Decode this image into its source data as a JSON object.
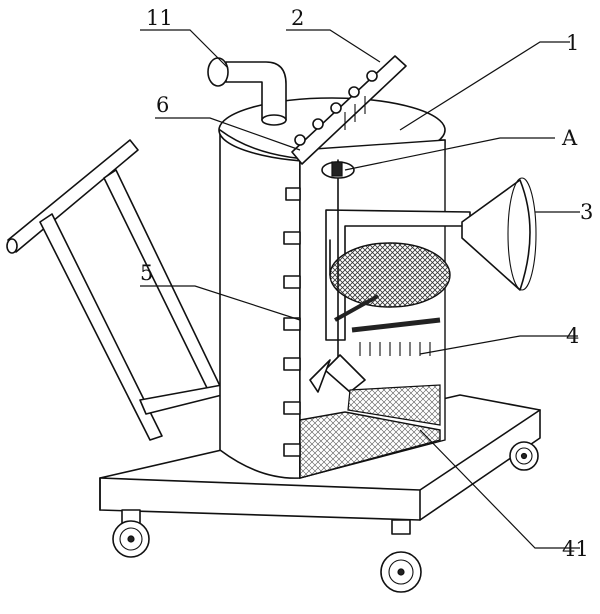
{
  "labels": {
    "l11": "11",
    "l2": "2",
    "l1": "1",
    "l6": "6",
    "lA": "A",
    "l3": "3",
    "l5": "5",
    "l4": "4",
    "l41": "41"
  },
  "colors": {
    "line": "#111111",
    "background": "#ffffff",
    "hatch": "#333333"
  }
}
